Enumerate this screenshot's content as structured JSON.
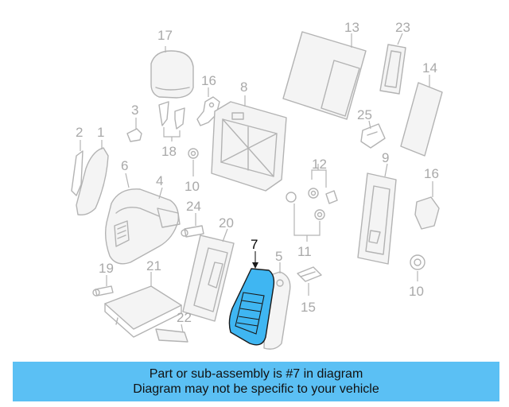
{
  "diagram": {
    "highlight_color": "#3fb6f2",
    "highlighted_part": "7",
    "callouts": [
      "1",
      "2",
      "3",
      "4",
      "5",
      "6",
      "7",
      "8",
      "9",
      "10",
      "10",
      "11",
      "12",
      "13",
      "14",
      "15",
      "16",
      "16",
      "17",
      "18",
      "19",
      "20",
      "21",
      "22",
      "23",
      "24",
      "25"
    ]
  },
  "banner": {
    "background": "#5bc0f4",
    "line1": "Part or sub-assembly is #7 in diagram",
    "line2": "Diagram may not be specific to your vehicle"
  }
}
